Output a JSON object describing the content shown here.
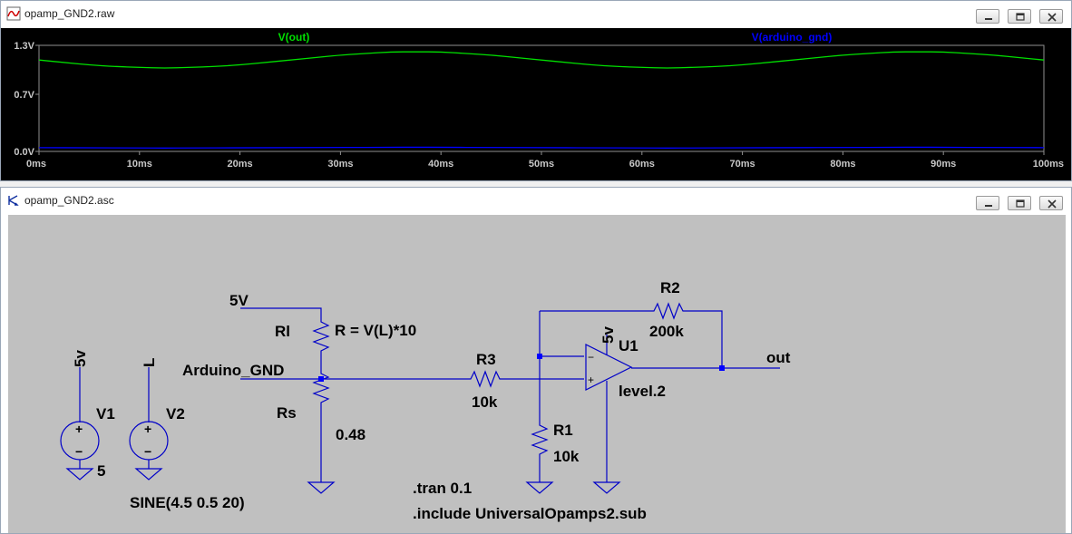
{
  "waveform_window": {
    "title": "opamp_GND2.raw",
    "legend": [
      {
        "name": "V(out)",
        "color": "#00e000"
      },
      {
        "name": "V(arduino_gnd)",
        "color": "#0000ff"
      }
    ],
    "y_ticks": [
      "1.3V",
      "0.7V",
      "0.0V"
    ],
    "x_ticks": [
      "0ms",
      "10ms",
      "20ms",
      "30ms",
      "40ms",
      "50ms",
      "60ms",
      "70ms",
      "80ms",
      "90ms",
      "100ms"
    ]
  },
  "chart_data": {
    "type": "line",
    "x_unit": "ms",
    "xlim": [
      0,
      100
    ],
    "ylim": [
      0,
      1.3
    ],
    "grid": false,
    "series": [
      {
        "name": "V(out)",
        "color": "#00e000",
        "x": [
          0,
          2.5,
          5,
          7.5,
          10,
          12.5,
          15,
          17.5,
          20,
          22.5,
          25,
          27.5,
          30,
          32.5,
          35,
          37.5,
          40,
          42.5,
          45,
          47.5,
          50,
          52.5,
          55,
          57.5,
          60,
          62.5,
          65,
          67.5,
          70,
          72.5,
          75,
          77.5,
          80,
          82.5,
          85,
          87.5,
          90,
          92.5,
          95,
          97.5,
          100
        ],
        "y": [
          1.12,
          1.09,
          1.06,
          1.04,
          1.03,
          1.02,
          1.03,
          1.04,
          1.06,
          1.09,
          1.12,
          1.15,
          1.18,
          1.2,
          1.22,
          1.22,
          1.22,
          1.2,
          1.18,
          1.15,
          1.12,
          1.09,
          1.06,
          1.04,
          1.03,
          1.02,
          1.03,
          1.04,
          1.06,
          1.09,
          1.12,
          1.15,
          1.18,
          1.2,
          1.22,
          1.22,
          1.22,
          1.2,
          1.18,
          1.15,
          1.12
        ]
      },
      {
        "name": "V(arduino_gnd)",
        "color": "#0000ff",
        "x": [
          0,
          5,
          10,
          12.5,
          15,
          20,
          25,
          30,
          35,
          37.5,
          40,
          45,
          50,
          55,
          60,
          62.5,
          65,
          70,
          75,
          80,
          85,
          87.5,
          90,
          95,
          100
        ],
        "y": [
          0.046,
          0.044,
          0.042,
          0.041,
          0.042,
          0.044,
          0.046,
          0.048,
          0.05,
          0.051,
          0.05,
          0.048,
          0.046,
          0.044,
          0.042,
          0.041,
          0.042,
          0.044,
          0.046,
          0.048,
          0.05,
          0.051,
          0.05,
          0.048,
          0.046
        ]
      }
    ]
  },
  "schematic_window": {
    "title": "opamp_GND2.asc",
    "labels": {
      "net_5v": "5V",
      "rl": "Rl",
      "rl_value": "R = V(L)*10",
      "arduino_gnd": "Arduino_GND",
      "rs": "Rs",
      "rs_value": "0.48",
      "r3": "R3",
      "r3_value": "10k",
      "r1": "R1",
      "r1_value": "10k",
      "r2": "R2",
      "r2_value": "200k",
      "u1": "U1",
      "u1_supply": "5v",
      "u1_model": "level.2",
      "out": "out",
      "v1_net": "5v",
      "v1": "V1",
      "v1_value": "5",
      "v2_net": "L",
      "v2": "V2",
      "v2_value": "SINE(4.5 0.5 20)",
      "plus": "+",
      "minus": "−",
      "directive_tran": ".tran 0.1",
      "directive_include": ".include UniversalOpamps2.sub"
    }
  },
  "colors": {
    "wire": "#0000c8",
    "schematic_bg": "#c0c0c0",
    "plot_bg": "#000000",
    "axis": "#909090"
  }
}
